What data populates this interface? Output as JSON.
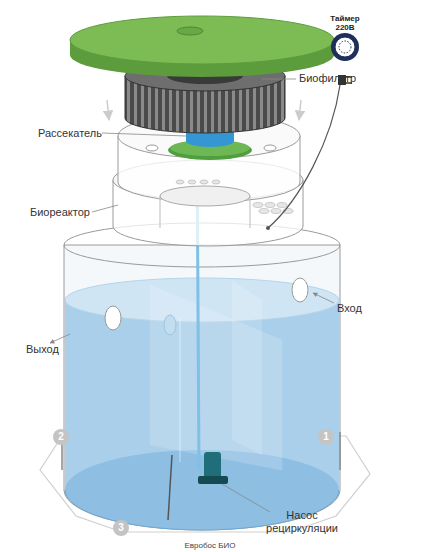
{
  "diagram": {
    "caption": "Евробос БИО",
    "labels": [
      "Биофильтр",
      "Рассекатель",
      "Таймер 220В",
      "Биореактор",
      "Вход",
      "Выход",
      "2",
      "1",
      "3",
      "Насос рециркуляции"
    ]
  }
}
